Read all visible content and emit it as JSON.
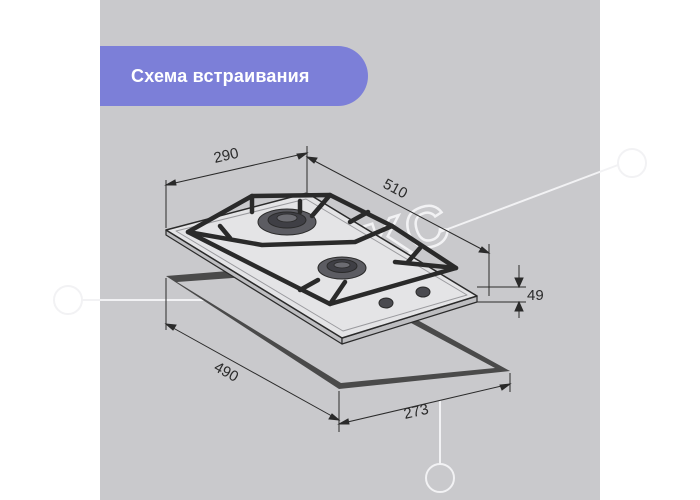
{
  "header": {
    "title": "Схема встраивания"
  },
  "dimensions": {
    "hob_depth": "290",
    "hob_width": "510",
    "hob_height": "49",
    "cutout_width": "490",
    "cutout_depth": "273"
  },
  "colors": {
    "banner": "#7c7fd8",
    "panel": "#c9c9cc",
    "line": "#2a2a2a",
    "frame": "#4a4a4a",
    "steel": "#e4e4e6",
    "watermark": "#f2f2f4"
  },
  "watermark": {
    "text": "TKC"
  }
}
